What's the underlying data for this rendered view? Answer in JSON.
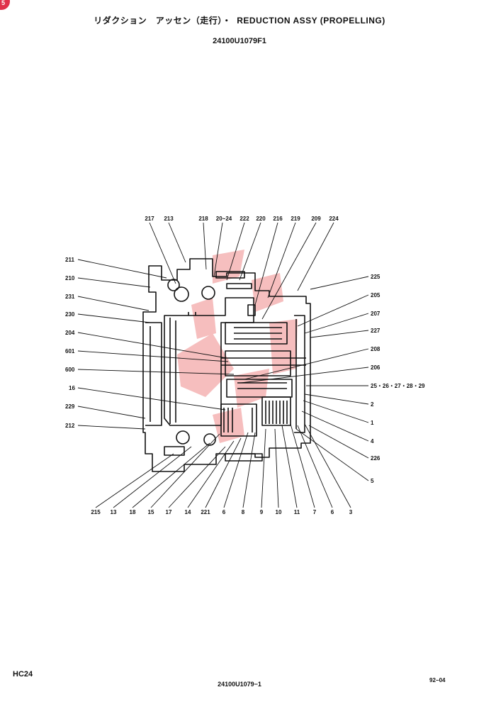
{
  "header": {
    "title_jp": "リダクション　アッセン（走行）・",
    "title_en": "REDUCTION ASSY (PROPELLING)",
    "part_number": "24100U1079F1"
  },
  "corner_badge": {
    "text": "5",
    "color": "#e0324b"
  },
  "watermark": {
    "color": "#f3a9a9"
  },
  "callouts": {
    "top": [
      "217",
      "213",
      "218",
      "20~24",
      "222",
      "220",
      "216",
      "219",
      "209",
      "224"
    ],
    "left": [
      "211",
      "210",
      "231",
      "230",
      "204",
      "601",
      "600",
      "16",
      "229",
      "212"
    ],
    "right": [
      "225",
      "205",
      "207",
      "227",
      "208",
      "206",
      "25・26・27・28・29",
      "2",
      "1",
      "4",
      "226",
      "5"
    ],
    "bottom": [
      "215",
      "13",
      "18",
      "15",
      "17",
      "14",
      "221",
      "6",
      "8",
      "9",
      "10",
      "11",
      "7",
      "6",
      "3"
    ]
  },
  "footer": {
    "model": "HC24",
    "page_ref": "24100U1079−1",
    "page_code": "92−04"
  }
}
